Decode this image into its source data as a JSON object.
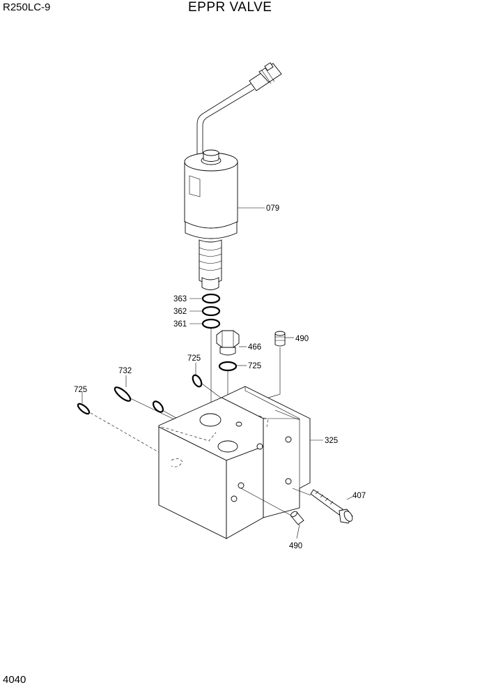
{
  "header": {
    "model": "R250LC-9",
    "title": "EPPR VALVE"
  },
  "footer": {
    "page_number": "4040"
  },
  "callouts": {
    "p079": "079",
    "p363": "363",
    "p362": "362",
    "p361": "361",
    "p466": "466",
    "p490_top": "490",
    "p725_right": "725",
    "p732": "732",
    "p725_mid": "725",
    "p725_left": "725",
    "p325": "325",
    "p407": "407",
    "p490_bottom": "490"
  }
}
